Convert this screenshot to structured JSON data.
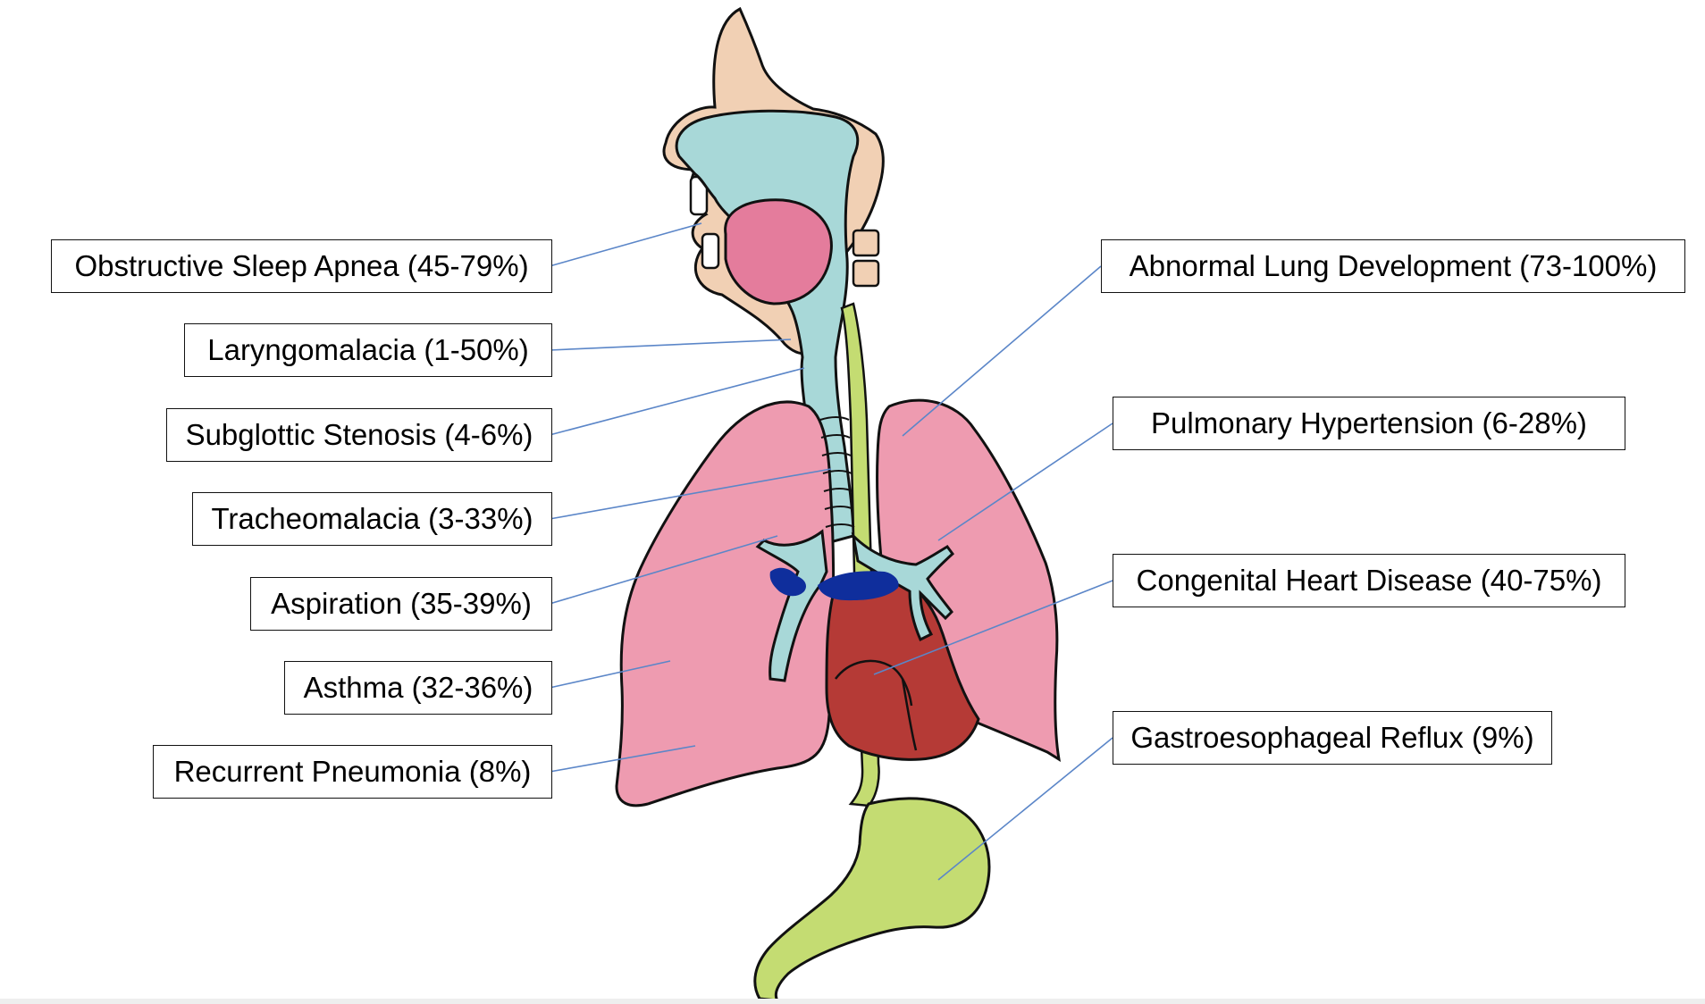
{
  "diagram": {
    "colors": {
      "skin": "#F1D0B4",
      "airway": "#A8D8D8",
      "tongue": "#E47C9C",
      "lung": "#EE9BB0",
      "heart": "#B53A36",
      "vessels": "#0F2E9C",
      "gi_tract": "#C4DC72",
      "leader_line": "#5B86C8",
      "outline": "#111111"
    },
    "labels": {
      "osa": "Obstructive Sleep Apnea (45-79%)",
      "laryngomalacia": "Laryngomalacia (1-50%)",
      "subglottic": "Subglottic Stenosis (4-6%)",
      "tracheomalacia": "Tracheomalacia (3-33%)",
      "aspiration": "Aspiration (35-39%)",
      "asthma": "Asthma (32-36%)",
      "pneumonia": "Recurrent Pneumonia (8%)",
      "abnormal_lung": "Abnormal Lung Development (73-100%)",
      "pulm_htn": "Pulmonary Hypertension (6-28%)",
      "chd": "Congenital Heart Disease (40-75%)",
      "gerd": "Gastroesophageal Reflux (9%)"
    }
  }
}
